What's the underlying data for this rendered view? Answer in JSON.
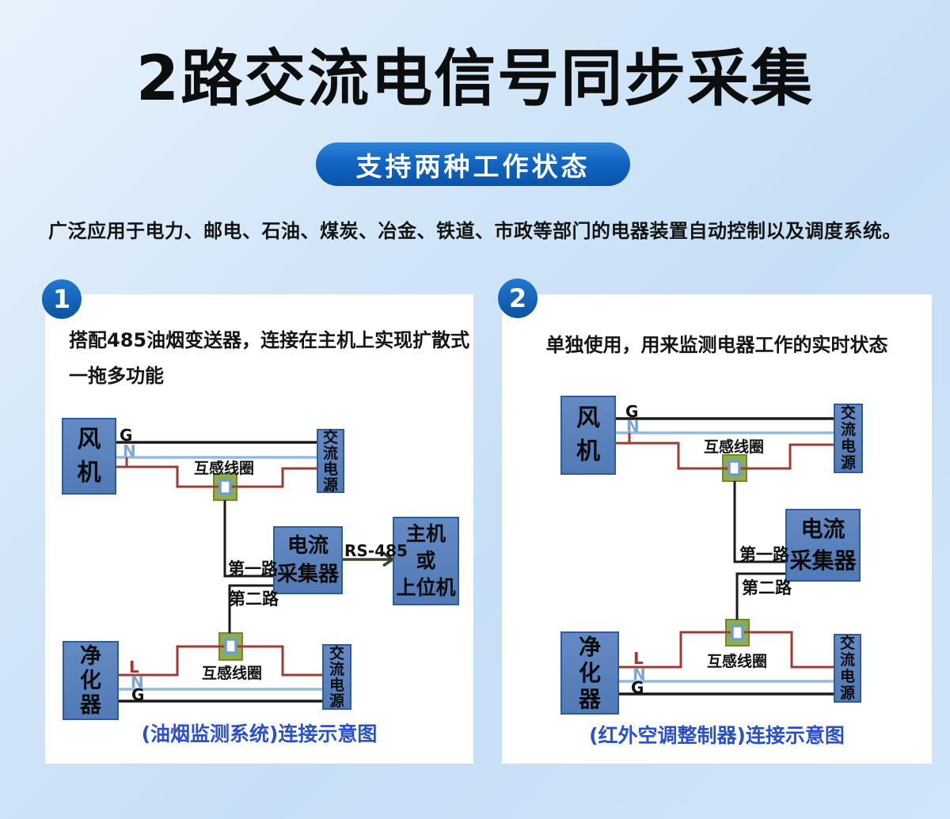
{
  "header": {
    "title": "2路交流电信号同步采集",
    "banner": "支持两种工作状态",
    "description": "广泛应用于电力、邮电、石油、煤炭、冶金、铁道、市政等部门的电器装置自动控制以及调度系统。"
  },
  "colors": {
    "accent_blue": "#0f62bb",
    "box_blue": "#577fb9",
    "box_border": "#2e5c99",
    "wire_live_red": "#a13a32",
    "wire_neutral_blue": "#92b9e0",
    "wire_ground_black": "#1a1a1a",
    "coil_green": "#8fad4d",
    "caption_blue": "#2b50cc"
  },
  "panel1": {
    "badge": "1",
    "intro": "搭配485油烟变送器，连接在主机上实现扩散式一拖多功能",
    "boxes": {
      "fan": "风\n机",
      "ac_power_top": "交\n流\n电\n源",
      "collector": "电流\n采集器",
      "host": "主机\n或\n上位机",
      "purifier": "净\n化\n器",
      "ac_power_bottom": "交\n流\n电\n源"
    },
    "labels": {
      "wire_g_top": "G",
      "wire_n_top": "N",
      "coil_top": "互感线圈",
      "channel_1": "第一路",
      "channel_2": "第二路",
      "rs485": "RS-485",
      "coil_bottom": "互感线圈",
      "wire_l_bottom": "L",
      "wire_n_bottom": "N",
      "wire_g_bottom": "G"
    },
    "caption": "(油烟监测系统)连接示意图"
  },
  "panel2": {
    "badge": "2",
    "intro": "单独使用，用来监测电器工作的实时状态",
    "boxes": {
      "fan": "风\n机",
      "ac_power_top": "交\n流\n电\n源",
      "collector": "电流\n采集器",
      "purifier": "净\n化\n器",
      "ac_power_bottom": "交\n流\n电\n源"
    },
    "labels": {
      "wire_g_top": "G",
      "wire_n_top": "N",
      "coil_top": "互感线圈",
      "channel_1": "第一路",
      "channel_2": "第二路",
      "coil_bottom": "互感线圈",
      "wire_l_bottom": "L",
      "wire_n_bottom": "N",
      "wire_g_bottom": "G"
    },
    "caption": "(红外空调整制器)连接示意图"
  }
}
